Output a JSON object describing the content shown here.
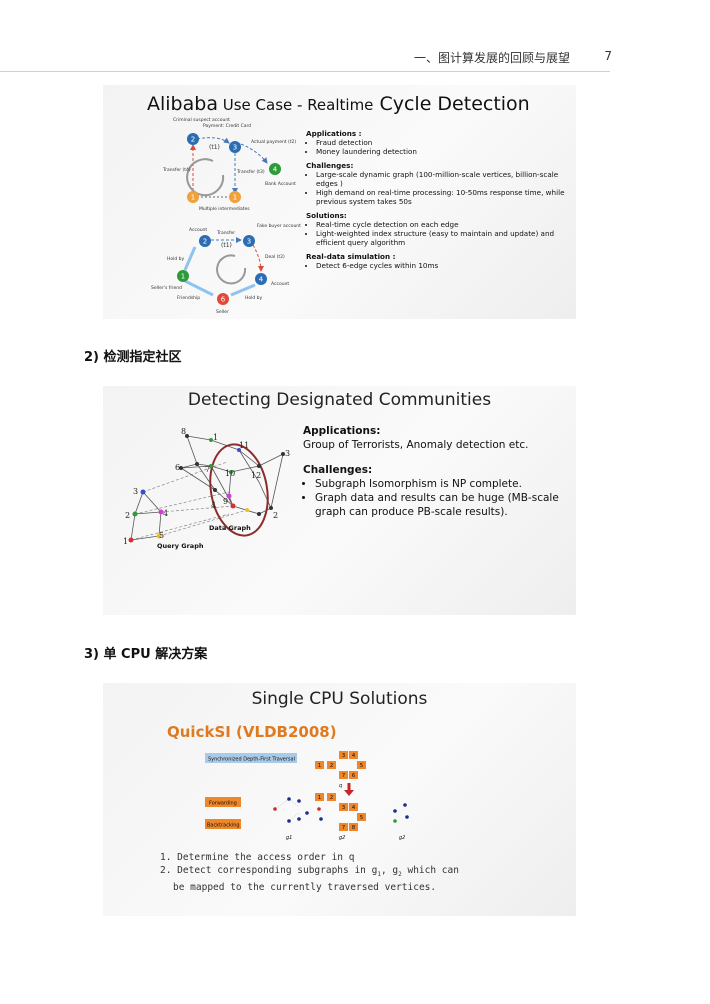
{
  "header": {
    "title": "一、图计算发展的回顾与展望",
    "page_number": "7"
  },
  "slide1": {
    "title_main_1": "Alibaba",
    "title_small_1": " Use Case - ",
    "title_small_2": "Realtime",
    "title_main_2": " Cycle Detection",
    "sections": [
      {
        "heading": "Applications :",
        "bullets": [
          "Fraud detection",
          "Money laundering detection"
        ]
      },
      {
        "heading": "Challenges:",
        "bullets": [
          "Large-scale dynamic graph (100-million-scale vertices, billion-scale edges )",
          "High demand on real-time processing: 10-50ms response time, while previous system takes 50s"
        ]
      },
      {
        "heading": "Solutions:",
        "bullets": [
          "Real-time cycle detection on each edge",
          "Light-weighted index structure (easy to maintain and update) and efficient query algorithm"
        ]
      },
      {
        "heading": "Real-data simulation :",
        "bullets": [
          "Detect 6-edge cycles within 10ms"
        ]
      }
    ],
    "diagram": {
      "labels": {
        "criminal": "Criminal suspect account",
        "payment": "Payment: Credit Card",
        "actual": "Actual payment (t2)",
        "transfer_left": "Transfer (t4)",
        "transfer_right": "Transfer (t3)",
        "bank": "Bank Account",
        "multiple": "Multiple intermediates",
        "t1": "(t1)",
        "account": "Account",
        "transfer_b": "Transfer",
        "t1b": "(t1)",
        "fake_buyer": "Fake buyer account",
        "deal": "Deal (t2)",
        "hold_by_left": "Hold by",
        "sellers_friend": "Seller's friend",
        "friendship": "Friendship",
        "account_right": "Account",
        "hold_by_right": "Hold by",
        "seller": "Seller"
      },
      "nodes_top": [
        "2",
        "3",
        "4",
        "1",
        "1"
      ],
      "nodes_bottom": [
        "2",
        "3",
        "1",
        "4",
        "6"
      ]
    }
  },
  "section2_heading": "2)  检测指定社区",
  "slide2": {
    "title": "Detecting Designated Communities",
    "applications_heading": "Applications:",
    "applications_text": "Group of Terrorists, Anomaly detection etc.",
    "challenges_heading": "Challenges:",
    "bullets": [
      "Subgraph Isomorphism is NP complete.",
      "Graph data and results can be huge (MB-scale graph can produce PB-scale results)."
    ],
    "data_graph_label": "Data Graph",
    "query_graph_label": "Query Graph",
    "data_numbers": [
      "8",
      "1",
      "6",
      "7",
      "11",
      "10",
      "12",
      "3",
      "9",
      "4",
      "2"
    ],
    "query_numbers": [
      "3",
      "4",
      "2",
      "1",
      "5"
    ]
  },
  "section3_heading": "3)  单 CPU 解决方案",
  "slide3": {
    "title": "Single CPU Solutions",
    "subtitle": "QuickSI (VLDB2008)",
    "sync_label": "Synchronized Depth-First Traversal",
    "forwarding": "Forwarding",
    "backtracking": "Backtracking",
    "q_label": "q",
    "g1": "g1",
    "g2": "g2",
    "boxes": [
      "3",
      "4",
      "1",
      "2",
      "5",
      "7",
      "6",
      "1",
      "2",
      "3",
      "4",
      "5",
      "7",
      "8"
    ],
    "list_1": "1. Determine the access order in q",
    "list_2a": "2. Detect corresponding subgraphs in g",
    "list_2b": ", g",
    "list_2c": " which can",
    "list_2d": "be mapped to the currently traversed vertices.",
    "sub1": "1",
    "sub2": "2"
  }
}
